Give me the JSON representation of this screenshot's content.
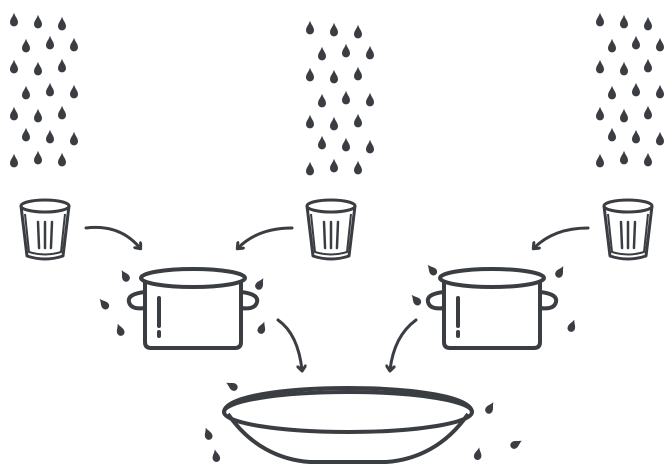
{
  "colors": {
    "ink": "#3a3d42",
    "background": "#ffffff"
  },
  "icons": {
    "rain": "rain-drops-icon",
    "cup": "cup-icon",
    "pot": "pot-icon",
    "basin": "basin-icon",
    "arrow": "curved-arrow-icon",
    "splash": "splash-drop-icon"
  },
  "flow": [
    {
      "from": "rain-left",
      "to": "cup-left"
    },
    {
      "from": "rain-middle",
      "to": "cup-middle"
    },
    {
      "from": "rain-right",
      "to": "cup-right"
    },
    {
      "from": "cup-left",
      "to": "pot-left"
    },
    {
      "from": "cup-middle",
      "to": "pot-left"
    },
    {
      "from": "cup-right",
      "to": "pot-right"
    },
    {
      "from": "pot-left",
      "to": "basin"
    },
    {
      "from": "pot-right",
      "to": "basin"
    }
  ]
}
